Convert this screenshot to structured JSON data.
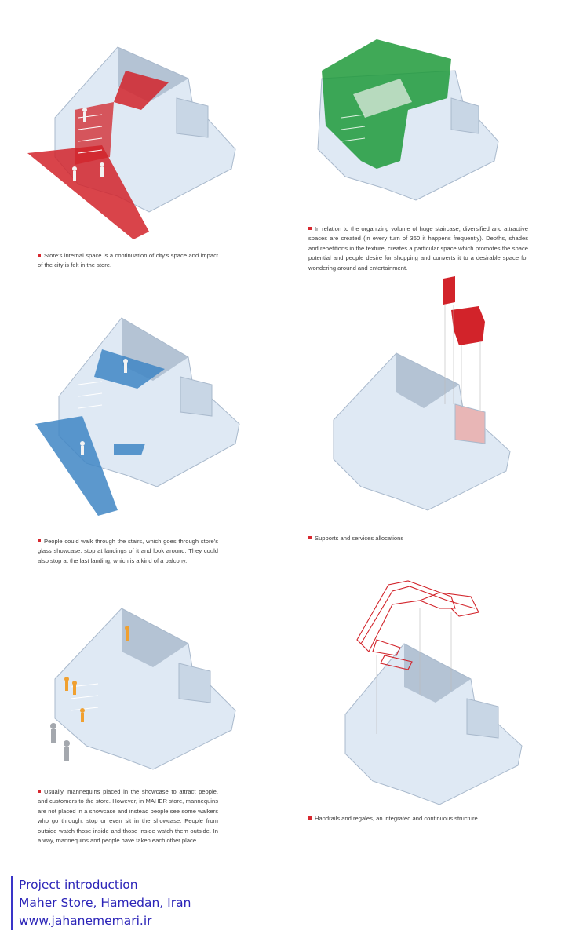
{
  "captions": {
    "city_space": "Store's internal space is a continuation of city's space and impact of the city is felt in the store.",
    "staircase_volume": "In relation to the organizing volume of huge staircase, diversified and attractive spaces are created (in every turn of 360 it happens frequently). Depths, shades and repetitions in the texture, creates a particular space which promotes the space potential and people desire for shopping and converts it to a desirable space for wondering around and entertainment.",
    "walk_stairs": "People could walk through the stairs, which goes through store's glass showcase, stop at landings of it and look around. They could also stop at the last landing, which is a kind of a balcony.",
    "supports": "Supports and services allocations",
    "mannequins": "Usually, mannequins placed in the showcase to attract people, and customers to the store. However, in MAHER store, mannequins are not placed in a showcase and instead people see some walkers who go through, stop or even sit in the showcase. People from outside watch those inside and those inside watch them outside. In a way, mannequins and people have taken each other place.",
    "handrails": "Handrails and regales, an integrated and continuous structure"
  },
  "footer": {
    "line1": "Project introduction",
    "line2": "Maher Store, Hamedan, Iran",
    "line3": "www.jahanememari.ir"
  },
  "colors": {
    "red": "#d2232a",
    "green": "#1f9a3a",
    "blue": "#3f86c4",
    "orange": "#f0a030",
    "building": "#dfe9f4",
    "building_dark": "#a9b9cc",
    "bullet": "#d7282f",
    "footer_text": "#2b24b8"
  }
}
